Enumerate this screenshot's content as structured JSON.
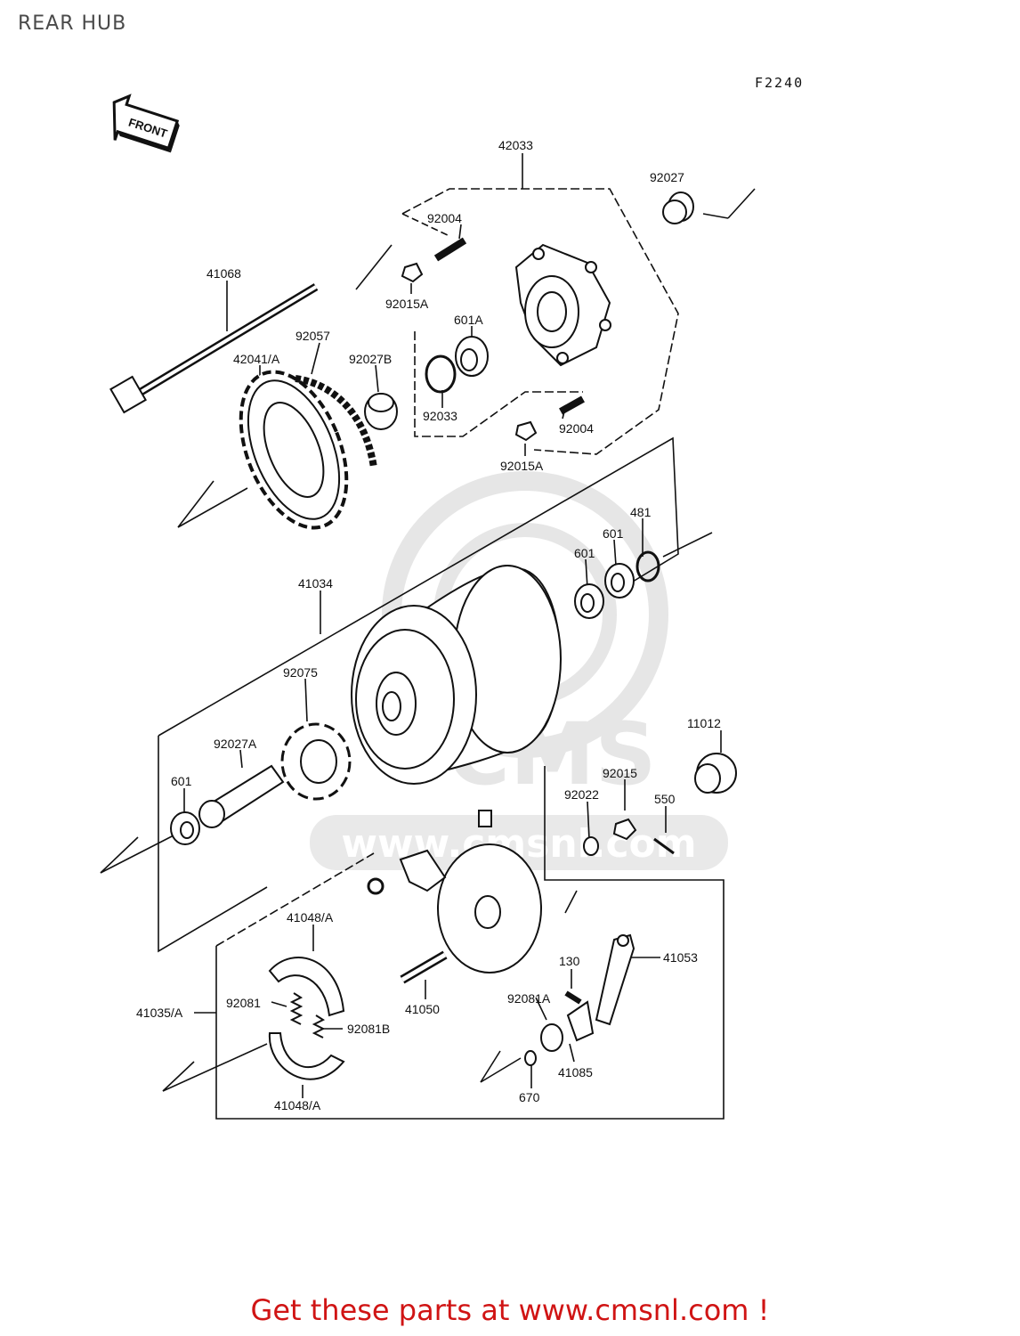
{
  "page": {
    "title": "REAR HUB",
    "diagram_code": "F2240",
    "front_marker": "FRONT",
    "footer": "Get these parts at www.cmsnl.com !",
    "watermark": "www.cmsnl.com",
    "watermark_logo": "CMS"
  },
  "parts": {
    "p42033": "42033",
    "p92027": "92027",
    "p92004a": "92004",
    "p41068": "41068",
    "p92015A_a": "92015A",
    "p601A": "601A",
    "p92057": "92057",
    "p42041A": "42041/A",
    "p92027B": "92027B",
    "p92033": "92033",
    "p92004b": "92004",
    "p92015A_b": "92015A",
    "p481": "481",
    "p601a": "601",
    "p601b": "601",
    "p41034": "41034",
    "p92075": "92075",
    "p11012": "11012",
    "p92027A": "92027A",
    "p601c": "601",
    "p92015": "92015",
    "p92022": "92022",
    "p550": "550",
    "p41048A_top": "41048/A",
    "p130": "130",
    "p41053": "41053",
    "p41035A": "41035/A",
    "p92081": "92081",
    "p41050": "41050",
    "p92081A": "92081A",
    "p92081B": "92081B",
    "p41085": "41085",
    "p670": "670",
    "p41048A_bot": "41048/A"
  }
}
